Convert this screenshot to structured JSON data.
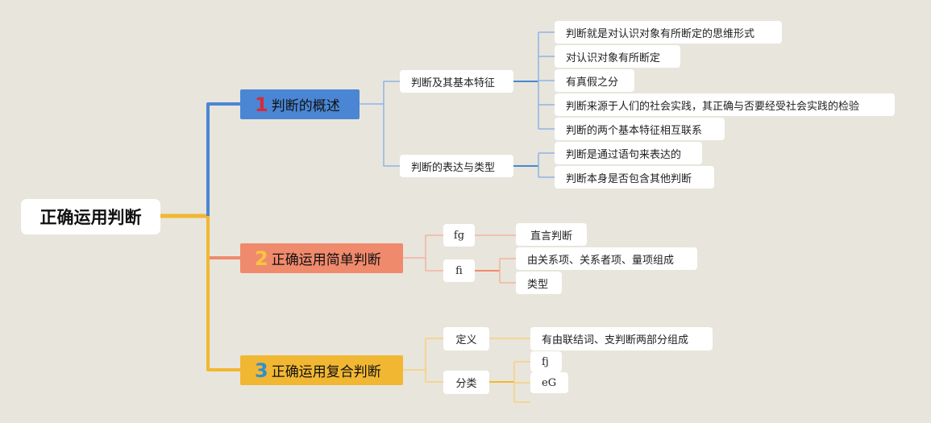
{
  "colors": {
    "background": "#e8e5dc",
    "branch1": "#4a86d4",
    "branch2": "#f08a6c",
    "branch3": "#f2b732",
    "num1": "#d62a3a",
    "num2": "#f6c640",
    "num3": "#2f8fcf",
    "line1": "#4a86d4",
    "line1_light": "#8fb3e6",
    "line2": "#f08a6c",
    "line2_light": "#f3b4a0",
    "line3": "#f2b732",
    "line3_light": "#f6d27c"
  },
  "root": {
    "label": "正确运用判断"
  },
  "branches": [
    {
      "num": "1",
      "label": "判断的概述",
      "children": [
        {
          "label": "判断及其基本特征",
          "children": [
            "判断就是对认识对象有所断定的思维形式",
            "对认识对象有所断定",
            "有真假之分",
            "判断来源于人们的社会实践，其正确与否要经受社会实践的检验",
            "判断的两个基本特征相互联系"
          ]
        },
        {
          "label": "判断的表达与类型",
          "children": [
            "判断是通过语句来表达的",
            "判断本身是否包含其他判断"
          ]
        }
      ]
    },
    {
      "num": "2",
      "label": "正确运用简单判断",
      "children": [
        {
          "label": "fg",
          "children": [
            "直言判断"
          ]
        },
        {
          "label": "fi",
          "children": [
            "由关系项、关系者项、量项组成",
            "类型"
          ]
        }
      ]
    },
    {
      "num": "3",
      "label": "正确运用复合判断",
      "children": [
        {
          "label": "定义",
          "children": [
            "有由联结词、支判断两部分组成"
          ]
        },
        {
          "label": "分类",
          "children": [
            "fj",
            "eG",
            ""
          ]
        }
      ]
    }
  ]
}
